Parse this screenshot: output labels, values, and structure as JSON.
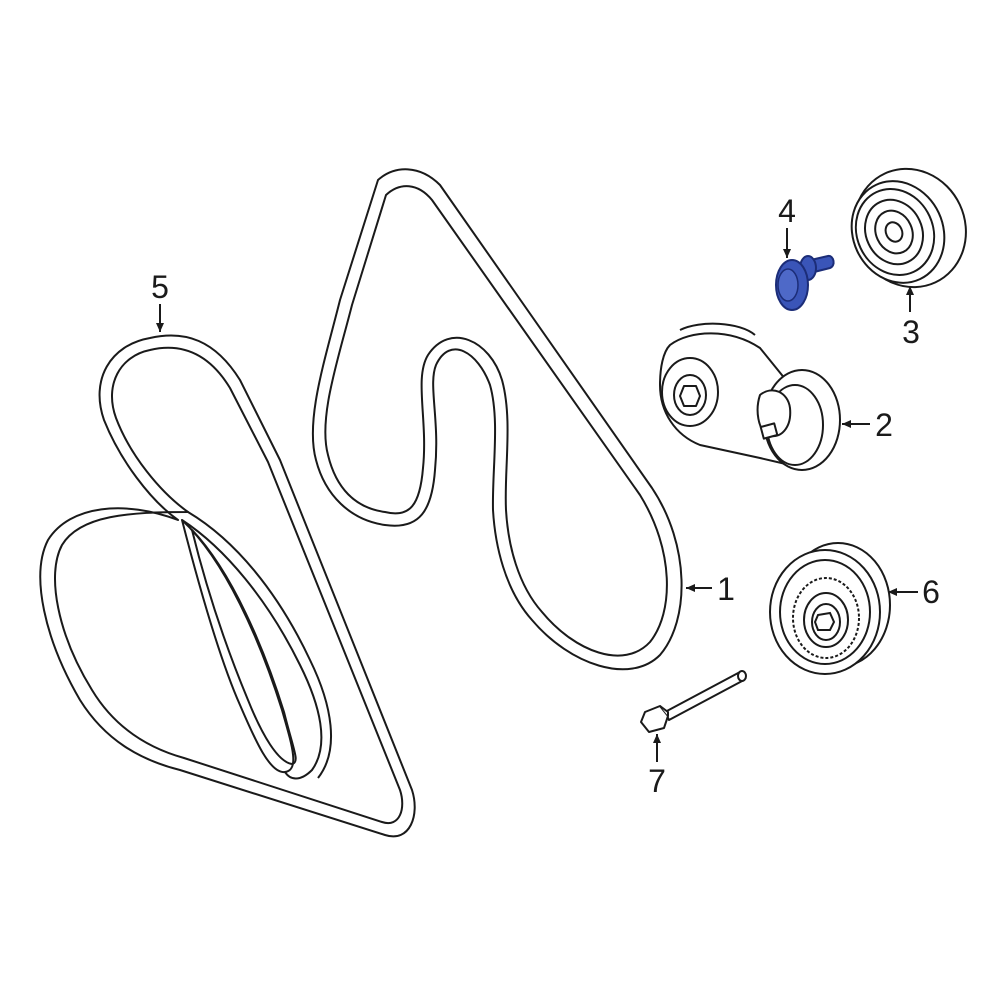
{
  "diagram": {
    "colors": {
      "line": "#1a1a1a",
      "highlight": "#3a55b8",
      "highlight_dark": "#1c2d78",
      "background": "#ffffff"
    },
    "callouts": [
      {
        "id": "1",
        "label": "1"
      },
      {
        "id": "2",
        "label": "2"
      },
      {
        "id": "3",
        "label": "3"
      },
      {
        "id": "4",
        "label": "4"
      },
      {
        "id": "5",
        "label": "5"
      },
      {
        "id": "6",
        "label": "6"
      },
      {
        "id": "7",
        "label": "7"
      }
    ],
    "highlighted_part": "4"
  }
}
